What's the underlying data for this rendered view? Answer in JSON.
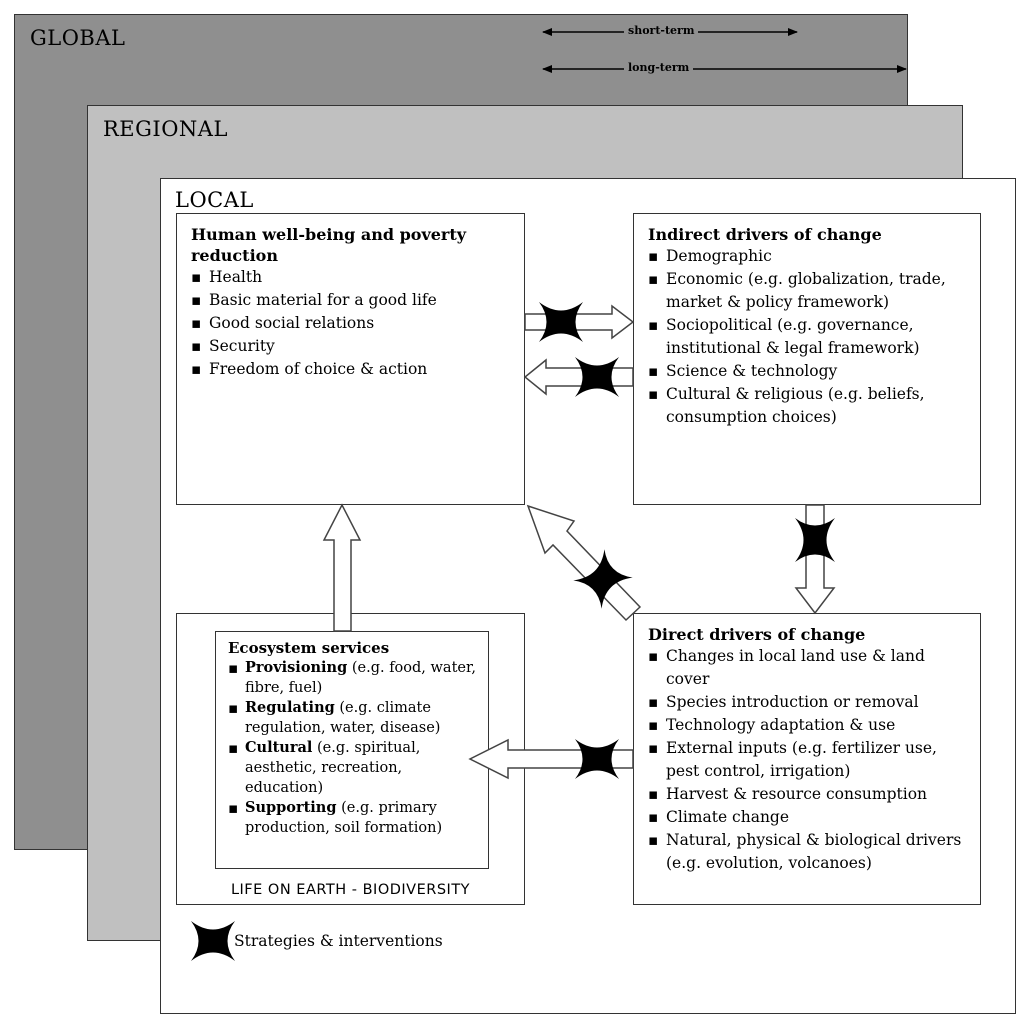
{
  "scales": {
    "global": "GLOBAL",
    "regional": "REGIONAL",
    "local": "LOCAL"
  },
  "time": {
    "short": "short-term",
    "long": "long-term"
  },
  "wellbeing": {
    "title": "Human well-being and poverty reduction",
    "items": [
      "Health",
      "Basic material for a good life",
      "Good social relations",
      "Security",
      "Freedom of choice & action"
    ]
  },
  "indirect": {
    "title": "Indirect drivers of change",
    "items": [
      "Demographic",
      "Economic (e.g. globalization, trade, market & policy framework)",
      "Sociopolitical (e.g. governance, institutional & legal framework)",
      "Science & technology",
      "Cultural & religious (e.g. beliefs, consumption choices)"
    ]
  },
  "direct": {
    "title": "Direct drivers of change",
    "items": [
      "Changes in local land use & land cover",
      "Species introduction or removal",
      "Technology adaptation & use",
      "External inputs (e.g. fertilizer use, pest control, irrigation)",
      "Harvest & resource consumption",
      "Climate change",
      "Natural, physical & biological drivers (e.g. evolution, volcanoes)"
    ]
  },
  "ecosystem": {
    "title": "Ecosystem services",
    "items": [
      {
        "term": "Provisioning",
        "desc": " (e.g. food, water, fibre, fuel)"
      },
      {
        "term": "Regulating",
        "desc": " (e.g. climate regulation, water, disease)"
      },
      {
        "term": "Cultural",
        "desc": " (e.g. spiritual, aesthetic, recreation, education)"
      },
      {
        "term": "Supporting",
        "desc": " (e.g. primary production, soil formation)"
      }
    ]
  },
  "life_caption": "LIFE ON EARTH - BIODIVERSITY",
  "legend": {
    "label": "Strategies & interventions",
    "icon": "strategy-intervention-icon"
  }
}
